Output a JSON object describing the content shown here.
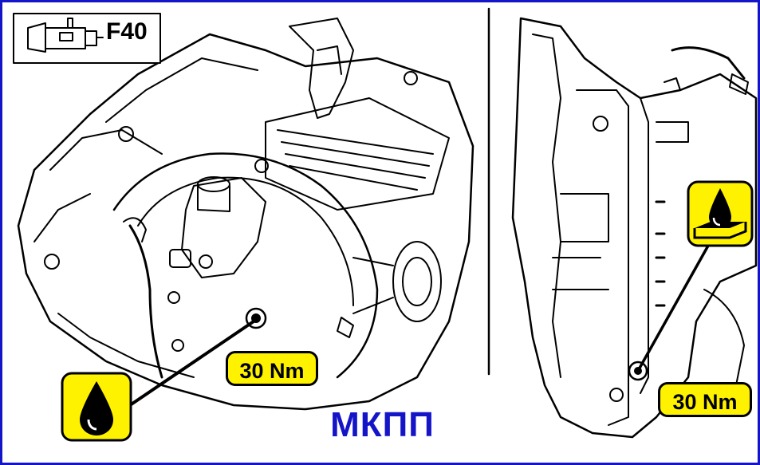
{
  "header": {
    "model_code": "F40",
    "icon": "gearbox-icon"
  },
  "callouts": {
    "left_torque": "30 Nm",
    "right_torque": "30 Nm",
    "left_icon": "oil-drop-icon",
    "right_icon": "oil-level-icon"
  },
  "caption": "МКПП",
  "colors": {
    "frame": "#1515c8",
    "caption": "#1515c8",
    "callout_fill": "#fff200",
    "line_art": "#000000"
  }
}
